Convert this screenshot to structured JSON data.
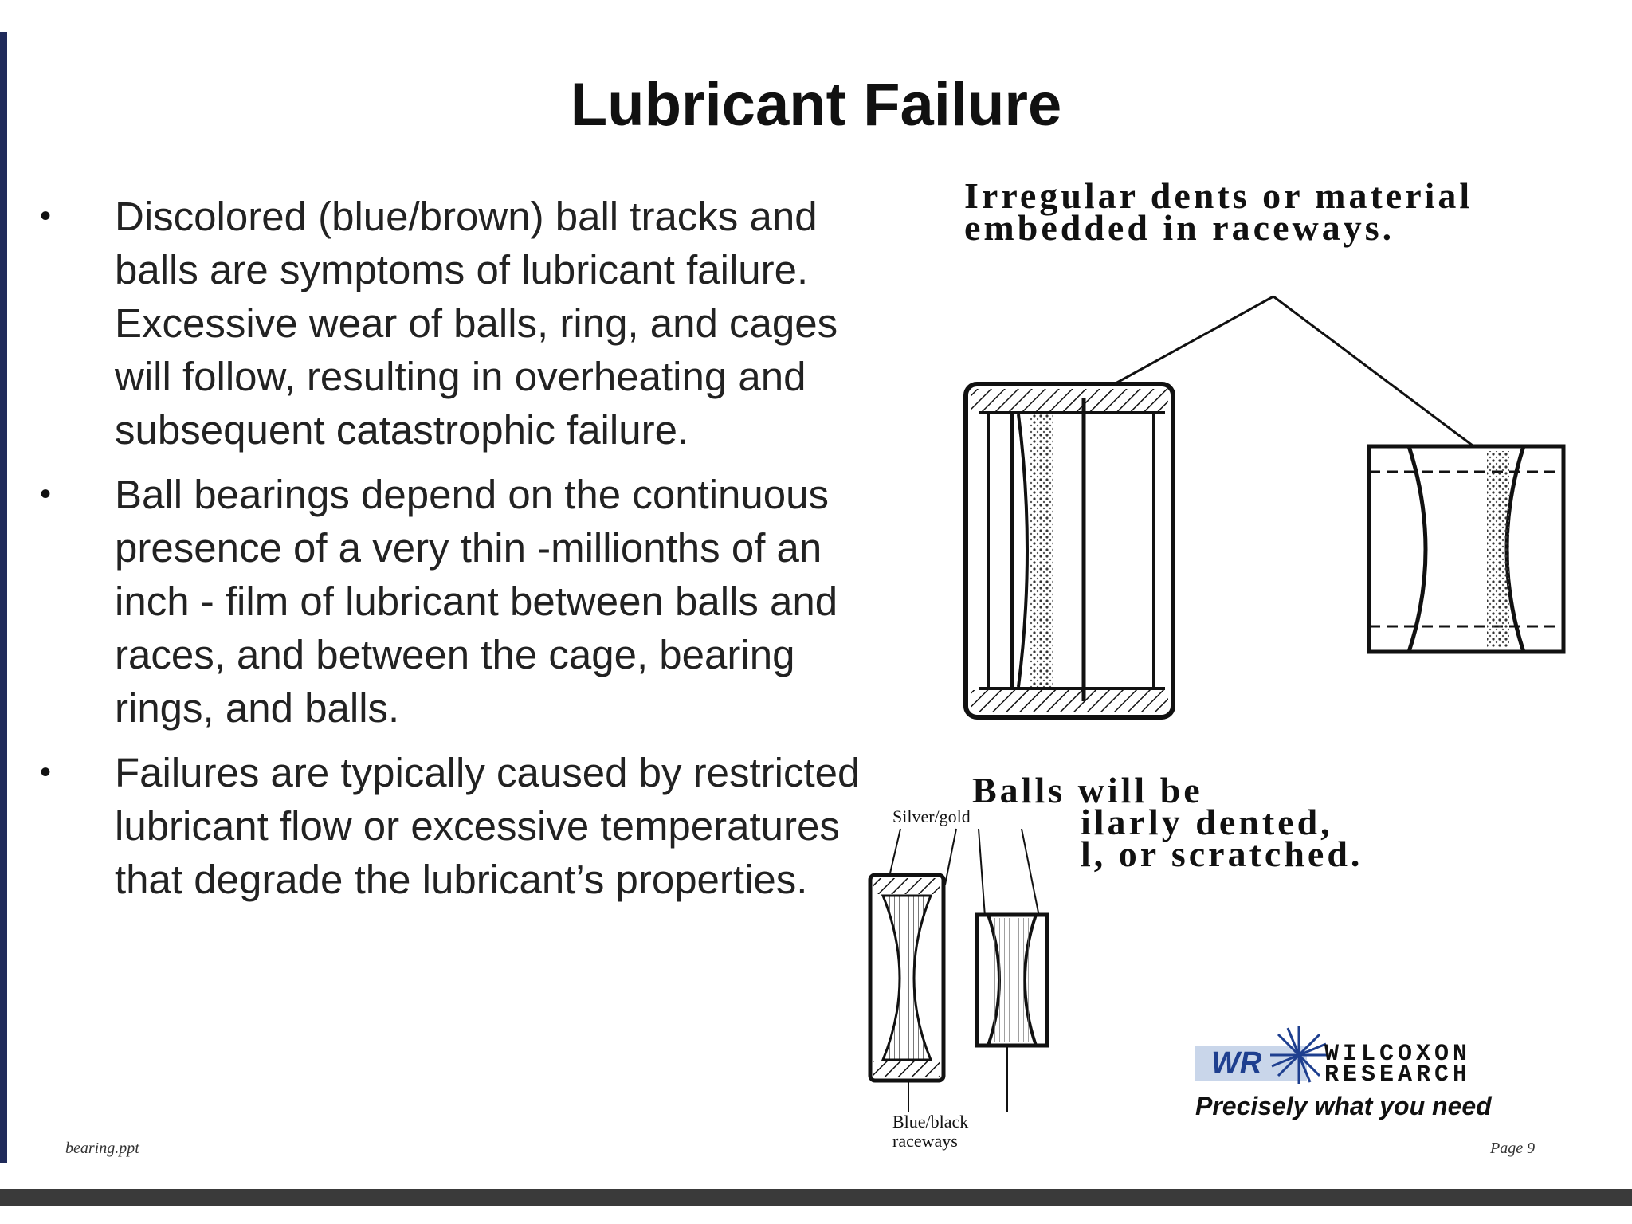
{
  "slide": {
    "title": "Lubricant Failure",
    "bullets": [
      "Discolored (blue/brown) ball tracks and balls are symptoms of lubricant failure. Excessive wear of balls, ring, and cages will follow, resulting in overheating and subsequent catastrophic failure.",
      "Ball bearings depend on the continuous presence of a very thin -millionths of an inch - film of lubricant between balls and races, and between the cage, bearing rings, and balls.",
      "Failures are typically caused by restricted lubricant flow or excessive temperatures that degrade the lubricant’s properties."
    ],
    "bullet_symbol": "•"
  },
  "diagram": {
    "annotation_top": "Irregular dents or material embedded in raceways.",
    "annotation_bottom": [
      "Balls will be",
      "ilarly dented,",
      "l, or scratched."
    ],
    "label_silver_gold": "Silver/gold",
    "label_blue_black": [
      "Blue/black",
      "raceways"
    ]
  },
  "branding": {
    "logo_mark": "WR",
    "company_name": "WILCOXON RESEARCH",
    "tagline": "Precisely what you need"
  },
  "footer": {
    "file_name": "bearing.ppt",
    "page": "Page 9"
  },
  "colors": {
    "accent_bar": "#1f2a5a",
    "logo_blue": "#1e3f8f"
  }
}
